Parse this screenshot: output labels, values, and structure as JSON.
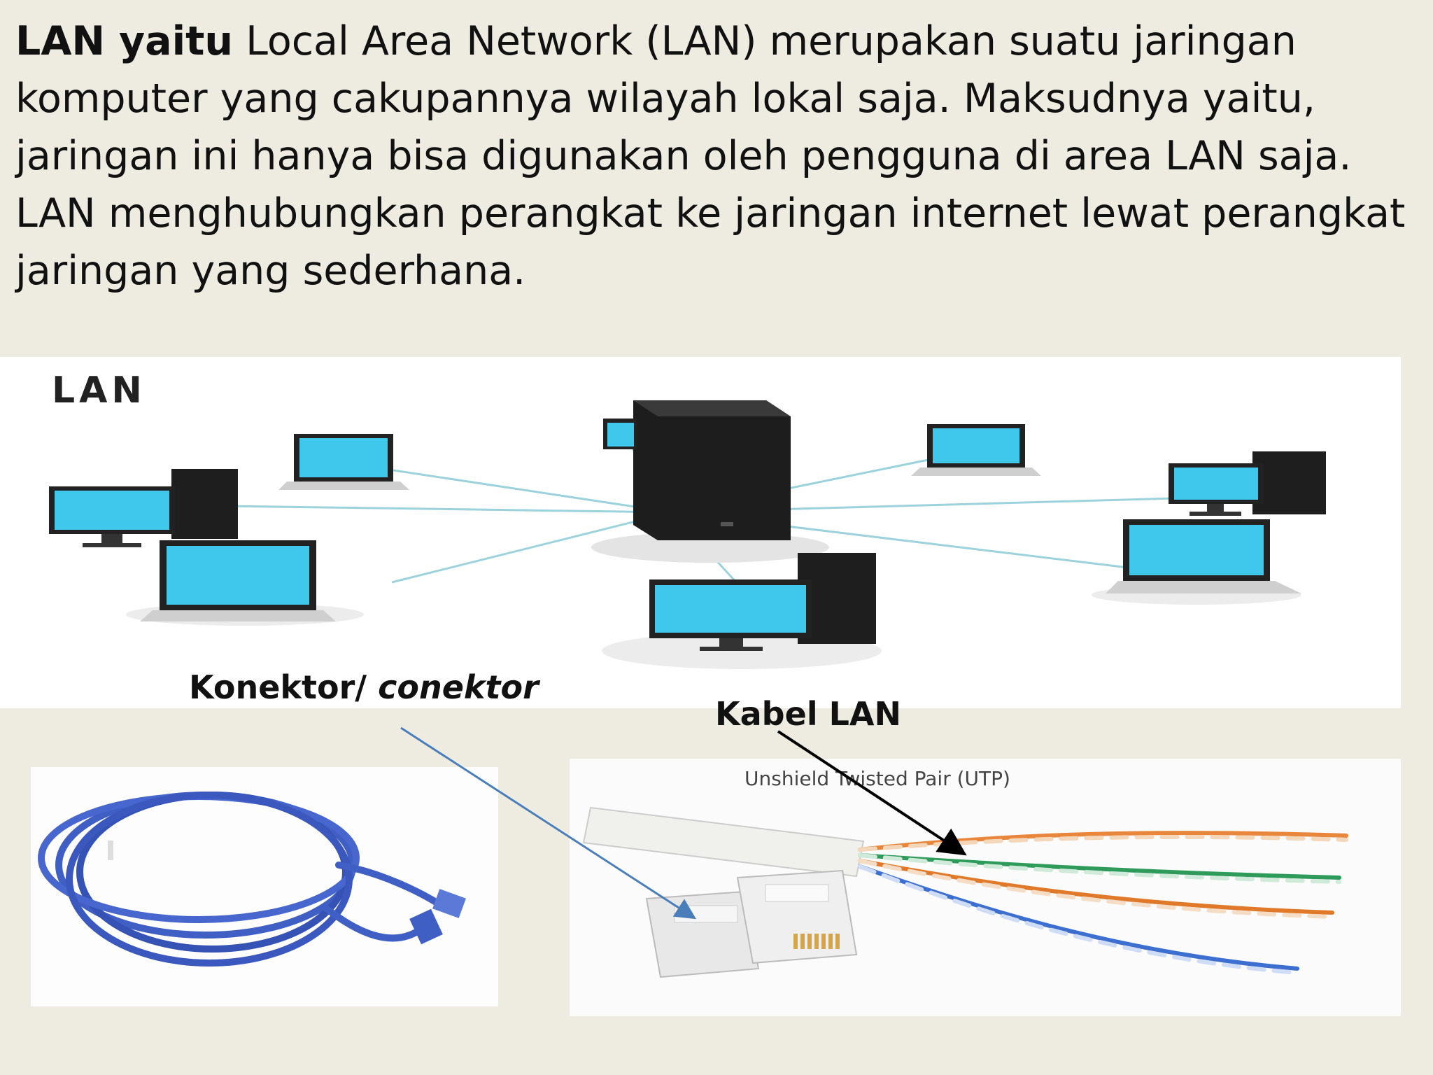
{
  "intro": {
    "lead": "LAN yaitu",
    "body": " Local Area Network (LAN) merupakan suatu jaringan komputer yang cakupannya wilayah lokal saja. Maksudnya yaitu, jaringan ini hanya bisa digunakan oleh pengguna di area LAN saja. LAN menghubungkan perangkat ke jaringan internet lewat perangkat jaringan yang sederhana."
  },
  "lan_diagram": {
    "title": "LAN",
    "screen_color": "#3fc8ec",
    "cable_color": "#9cd2dc"
  },
  "labels": {
    "connector_plain": "Konektor/ ",
    "connector_italic": "conektor",
    "cable": "Kabel LAN"
  },
  "utp": {
    "caption": "Unshield Twisted Pair (UTP)"
  },
  "colors": {
    "background": "#eeece1",
    "connector_arrow": "#4a7ebb",
    "cable_arrow": "#000000",
    "patch_cable": "#3f5fc4"
  }
}
